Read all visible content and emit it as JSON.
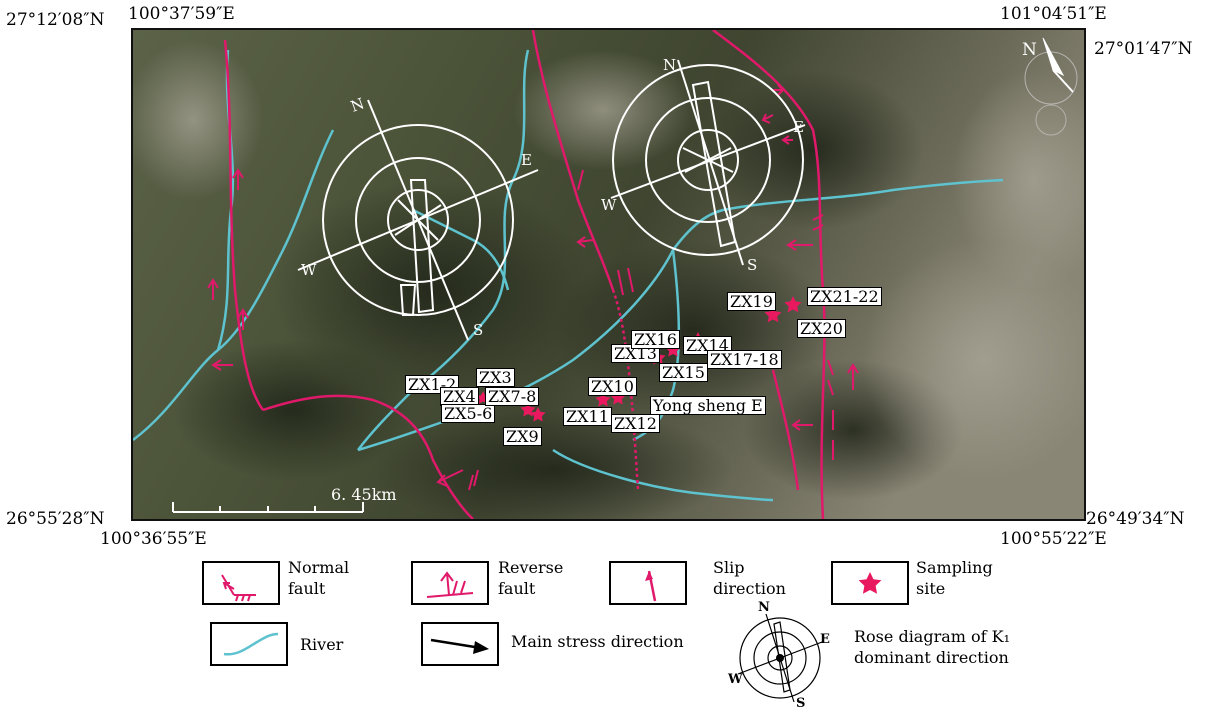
{
  "coords": {
    "top_left_lat": "27°12′08″N",
    "top_left_lon": "100°37′59″E",
    "top_right_lon": "101°04′51″E",
    "top_right_lat": "27°01′47″N",
    "bottom_left_lat": "26°55′28″N",
    "bottom_left_lon": "100°36′55″E",
    "bottom_right_lat": "26°49′34″N",
    "bottom_right_lon": "100°55′22″E"
  },
  "north_arrow": "N",
  "scale_bar": "6. 45km",
  "rose1": {
    "n": "N",
    "e": "E",
    "s": "S",
    "w": "W"
  },
  "rose2": {
    "n": "N",
    "e": "E",
    "s": "S",
    "w": "W"
  },
  "sites": [
    "ZX1-2",
    "ZX3",
    "ZX4",
    "ZX5-6",
    "ZX7-8",
    "ZX9",
    "ZX10",
    "ZX11",
    "ZX12",
    "ZX13",
    "ZX14",
    "ZX15",
    "ZX16",
    "ZX17-18",
    "ZX19",
    "ZX20",
    "ZX21-22"
  ],
  "place_label": "Yong sheng E",
  "legend": {
    "normal_fault": "Normal\nfault",
    "reverse_fault": "Reverse\nfault",
    "slip_direction": "Slip\ndirection",
    "sampling_site": "Sampling\nsite",
    "river": "River",
    "main_stress": "Main stress direction",
    "rose_text": "Rose diagram of K₁\ndominant direction",
    "rose_letters": {
      "n": "N",
      "e": "E",
      "s": "S",
      "w": "W"
    }
  },
  "colors": {
    "fault": "#e0196a",
    "river": "#5ec3cf",
    "symbol": "#e8195f",
    "rose": "#ffffff"
  }
}
